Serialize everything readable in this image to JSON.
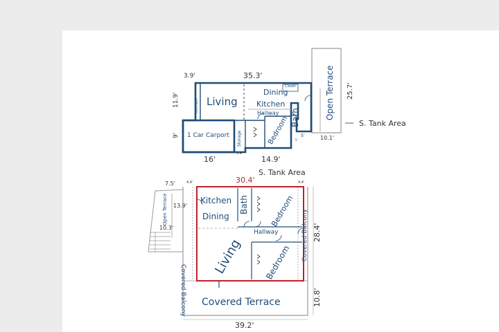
{
  "colors": {
    "upper_wall": "#1f4d78",
    "lower_wall": "#c0202a",
    "outline": "#9a9a9a",
    "room_text": "#1f4d78",
    "dim_text": "#333333",
    "highlight_dim": "#c0202a"
  },
  "upper_floor": {
    "rooms": {
      "living": "Living",
      "dining": "Dining",
      "closet": "Closet",
      "kitchen": "Kitchen",
      "hallway": "Hallway",
      "bath": "Bath",
      "bedroom": "Bedroom",
      "carport": "1 Car Carport",
      "storage": "Storage",
      "laundry": "Laundry Room",
      "open_terrace": "Open Terrace",
      "tank_area": "S. Tank Area"
    },
    "dims": {
      "top_left": "3.9'",
      "top": "35.3'",
      "left_upper": "11.9'",
      "left_lower": "9'",
      "bottom_left": "16'",
      "storage_width": "3.4'",
      "bottom_mid": "14.9'",
      "step": "5'",
      "step_small": "5'",
      "terrace_width": "10.1'",
      "terrace_height": "25.7'"
    }
  },
  "lower_floor": {
    "rooms": {
      "tank_area": "S. Tank Area",
      "kitchen": "Kitchen",
      "dining": "Dining",
      "bath": "Bath",
      "bedroom_top": "Bedroom",
      "hallway": "Hallway",
      "living": "Living",
      "bedroom_bottom": "Bedroom",
      "open_terrace": "Open Terrace",
      "covered_balcony_left": "Covered Balcony",
      "covered_balcony_right": "Covered Balcony",
      "covered_terrace": "Covered Terrace"
    },
    "dims": {
      "top": "30.4'",
      "left_small": "4.4'",
      "right_small": "4.4'",
      "terrace_top": "7.5'",
      "terrace_side": "13.9'",
      "terrace_bottom": "10.3'",
      "right": "28.4'",
      "terrace_depth": "10.8'",
      "bottom": "39.2'"
    }
  }
}
